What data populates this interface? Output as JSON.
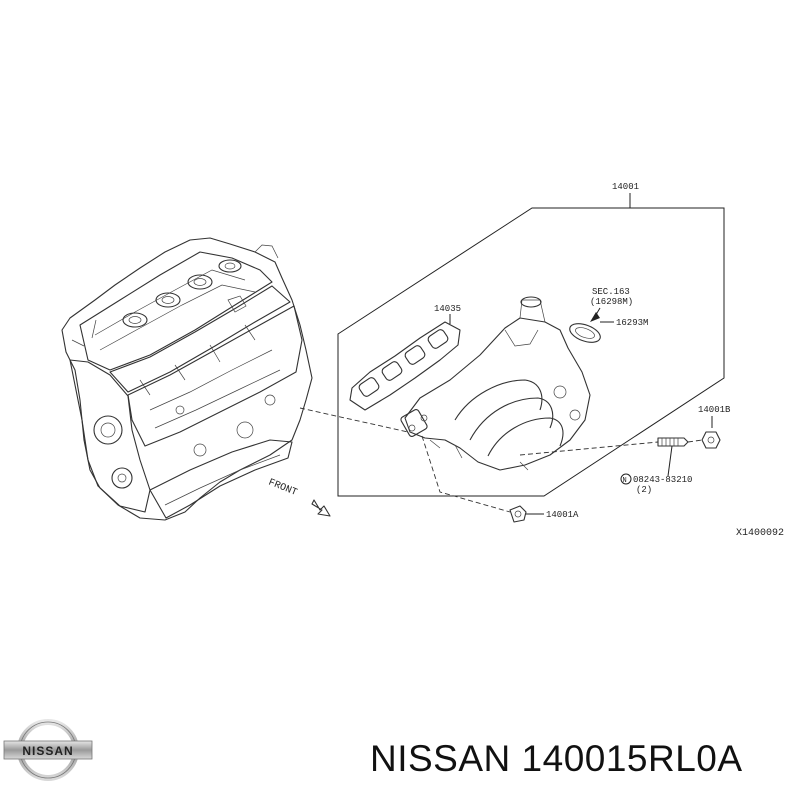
{
  "labels": {
    "part_14001": "14001",
    "part_14035": "14035",
    "sec_ref_line1": "SEC.163",
    "sec_ref_line2": "(16298M)",
    "part_16293M": "16293M",
    "part_14001B": "14001B",
    "part_bolt": "08243-83210",
    "part_bolt_qty": "(2)",
    "bolt_prefix": "N",
    "part_14001A": "14001A",
    "front": "FRONT",
    "diagram_code": "X1400092"
  },
  "brand": {
    "logo_text": "NISSAN"
  },
  "caption": {
    "text": "NISSAN 140015RL0A"
  },
  "icons": [
    "front-arrow-icon",
    "nissan-logo-icon"
  ],
  "colors": {
    "line": "#222222",
    "background": "#ffffff"
  }
}
